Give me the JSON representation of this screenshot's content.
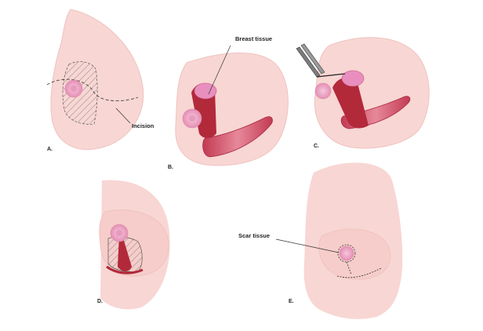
{
  "figure": {
    "panels": [
      {
        "label": "A."
      },
      {
        "label": "B."
      },
      {
        "label": "C."
      },
      {
        "label": "D."
      },
      {
        "label": "E."
      }
    ],
    "callouts": {
      "incision": "Incision",
      "breast_tissue": "Breast tissue",
      "scar_tissue": "Scar tissue"
    }
  },
  "colors": {
    "skin": "#f8d6d3",
    "skin_shadow": "#efbfbb",
    "areola": "#eda8c6",
    "tissue": "#b2293a",
    "flesh": "#d9577a"
  }
}
